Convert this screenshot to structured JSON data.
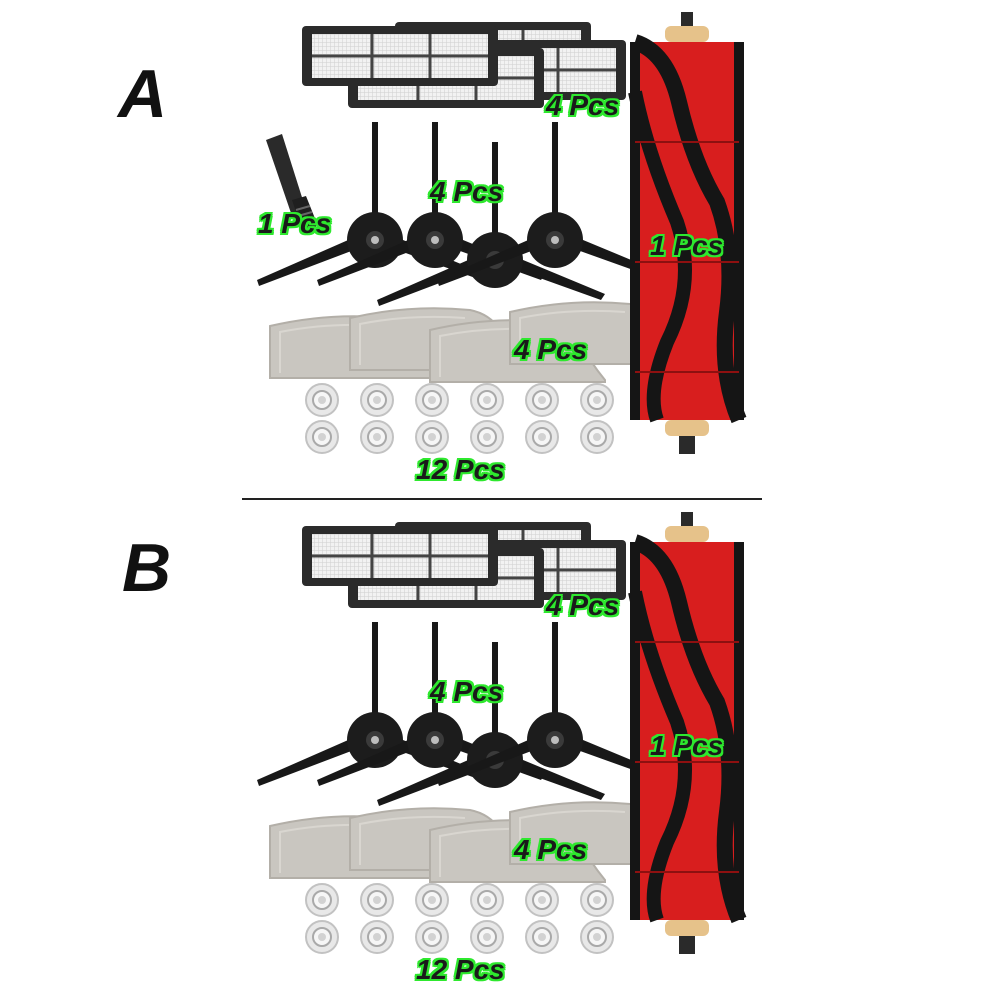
{
  "kits": [
    {
      "variant": "A",
      "quantities": {
        "filters": "4 Pcs",
        "cleaning_tool": "1 Pcs",
        "side_brushes": "4 Pcs",
        "main_brush": "1 Pcs",
        "mop_cloths": "4 Pcs",
        "water_tank_filters": "12 Pcs"
      }
    },
    {
      "variant": "B",
      "quantities": {
        "filters": "4 Pcs",
        "side_brushes": "4 Pcs",
        "main_brush": "1 Pcs",
        "mop_cloths": "4 Pcs",
        "water_tank_filters": "12 Pcs"
      }
    }
  ],
  "colors": {
    "label_outline": "#2ee82e",
    "main_brush_red": "#d81e1e",
    "bristle_black": "#151515",
    "mop_grey": "#c9c6c0",
    "filter_frame": "#2a2a2a"
  }
}
